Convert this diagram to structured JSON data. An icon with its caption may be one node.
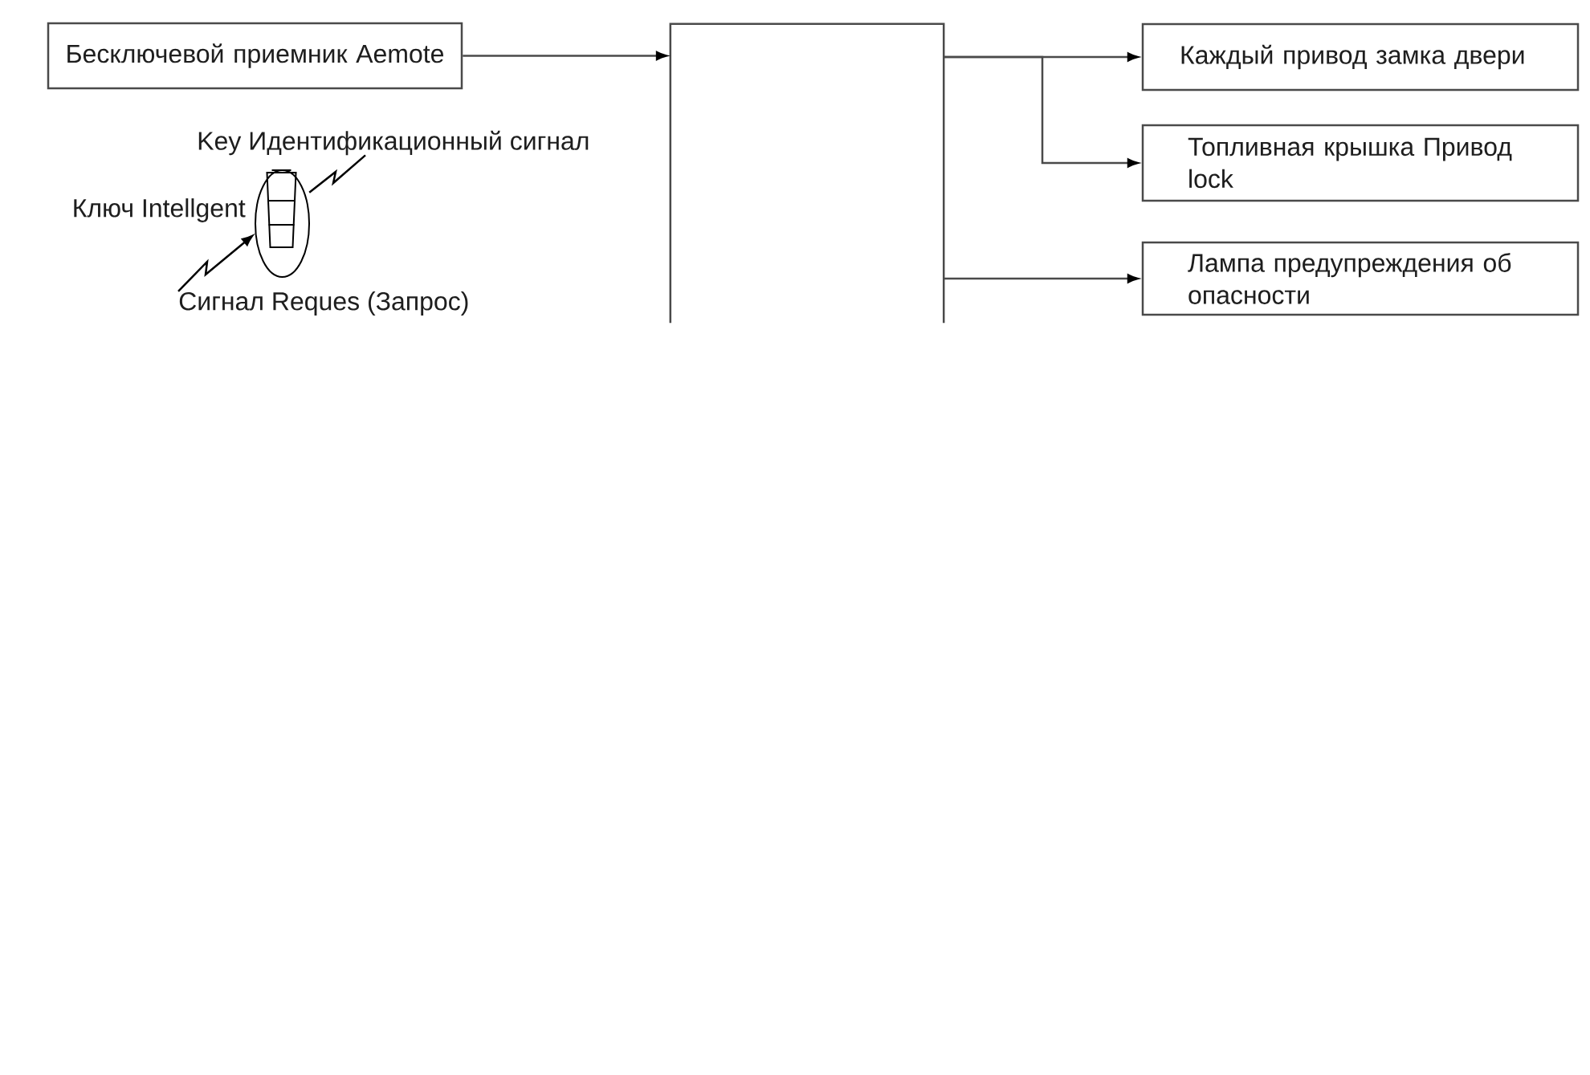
{
  "diagram": {
    "nodes": [
      {
        "text": [
          "Бесключевой приемник Aemote"
        ]
      },
      {
        "text": [],
        "shape": "box"
      },
      {
        "text": [
          "Каждый привод замка двери"
        ]
      },
      {
        "text": [
          "Топливная крышка Привод lock"
        ]
      },
      {
        "text": [
          "Лампа предупреждения об опасности"
        ]
      },
      {
        "text": [],
        "shape": "picture",
        "beside": [
          "Ключ Intellgent"
        ]
      },
      {
        "text": [
          "Key Идентификационный сигнал"
        ]
      },
      {
        "text": [
          "Сигнал Reques (Запрос)"
        ]
      }
    ],
    "edges": [
      {
        "from": 0,
        "to": 1,
        "arrow": "to"
      },
      {
        "from": 1,
        "to": 2,
        "arrow": "to"
      },
      {
        "from": 1,
        "to": 3,
        "arrow": "to"
      },
      {
        "from": 1,
        "to": 4,
        "arrow": "to"
      },
      {
        "from": 7,
        "to": 5,
        "arrow": "to"
      },
      {
        "from": 5,
        "to": 6,
        "arrow": "none"
      }
    ]
  }
}
